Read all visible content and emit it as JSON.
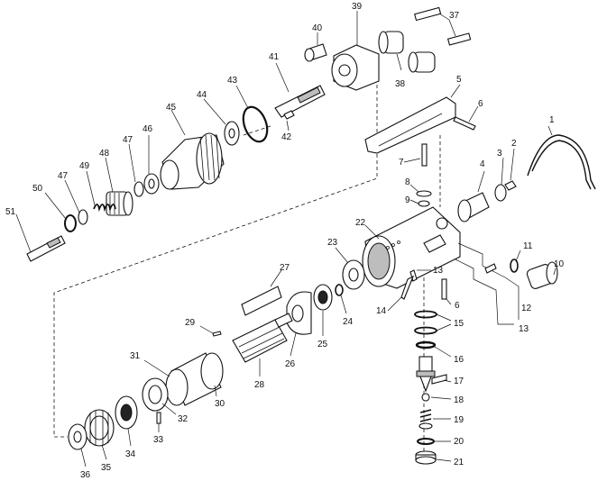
{
  "callouts": [
    "1",
    "2",
    "3",
    "4",
    "5",
    "6",
    "6",
    "7",
    "8",
    "9",
    "10",
    "11",
    "12",
    "13",
    "13",
    "14",
    "15",
    "16",
    "17",
    "18",
    "19",
    "20",
    "21",
    "22",
    "23",
    "24",
    "25",
    "26",
    "27",
    "28",
    "29",
    "30",
    "31",
    "32",
    "33",
    "34",
    "35",
    "36",
    "37",
    "38",
    "39",
    "40",
    "41",
    "42",
    "43",
    "44",
    "45",
    "46",
    "47",
    "47",
    "48",
    "49",
    "50",
    "51"
  ]
}
